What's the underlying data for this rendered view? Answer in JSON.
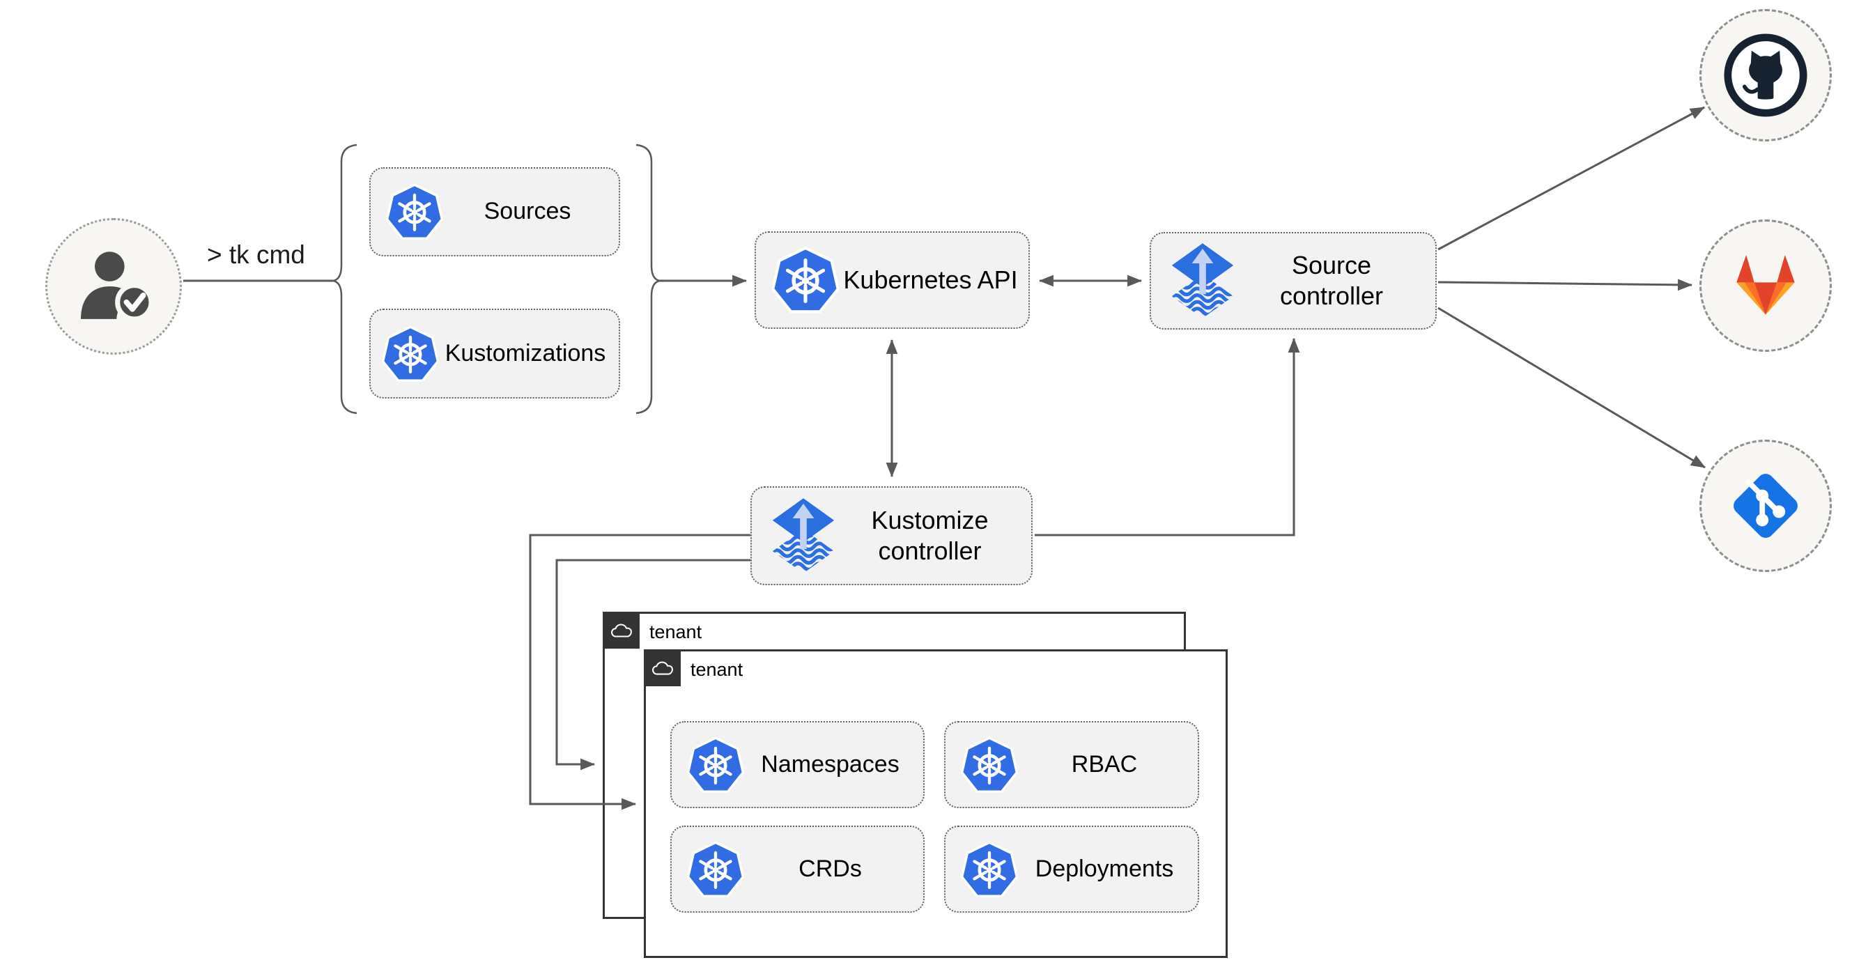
{
  "diagram": {
    "user": {
      "cmd_label": "> tk cmd"
    },
    "definitions": {
      "sources_label": "Sources",
      "kustomizations_label": "Kustomizations"
    },
    "cluster": {
      "kubernetes_api_label": "Kubernetes API",
      "source_controller_label": "Source controller",
      "kustomize_controller_label": "Kustomize controller"
    },
    "tenants": {
      "back": {
        "label": "tenant"
      },
      "front": {
        "label": "tenant",
        "resources": {
          "namespaces_label": "Namespaces",
          "rbac_label": "RBAC",
          "crds_label": "CRDs",
          "deployments_label": "Deployments"
        }
      }
    },
    "git_providers": {
      "github": "GitHub",
      "gitlab": "GitLab",
      "git": "Git"
    },
    "colors": {
      "background": "#ffffff",
      "node_fill": "#f2f2f2",
      "node_border": "#5f5f5f",
      "connector_gray": "#595959",
      "kubernetes_blue": "#326ce5",
      "flux_blue": "#2a6ee0",
      "flux_arrow_light": "#c3d2f2",
      "tenant_border": "#343434",
      "tenant_badge_bg": "#333333",
      "circle_fill": "#f8f6f2",
      "circle_border": "#8f8f8f",
      "github_dark": "#16222f",
      "gitlab_red": "#e24329",
      "gitlab_orange": "#fc6d26",
      "gitlab_light_orange": "#fca326",
      "git_blue": "#1673e6",
      "text": "#000000"
    }
  }
}
